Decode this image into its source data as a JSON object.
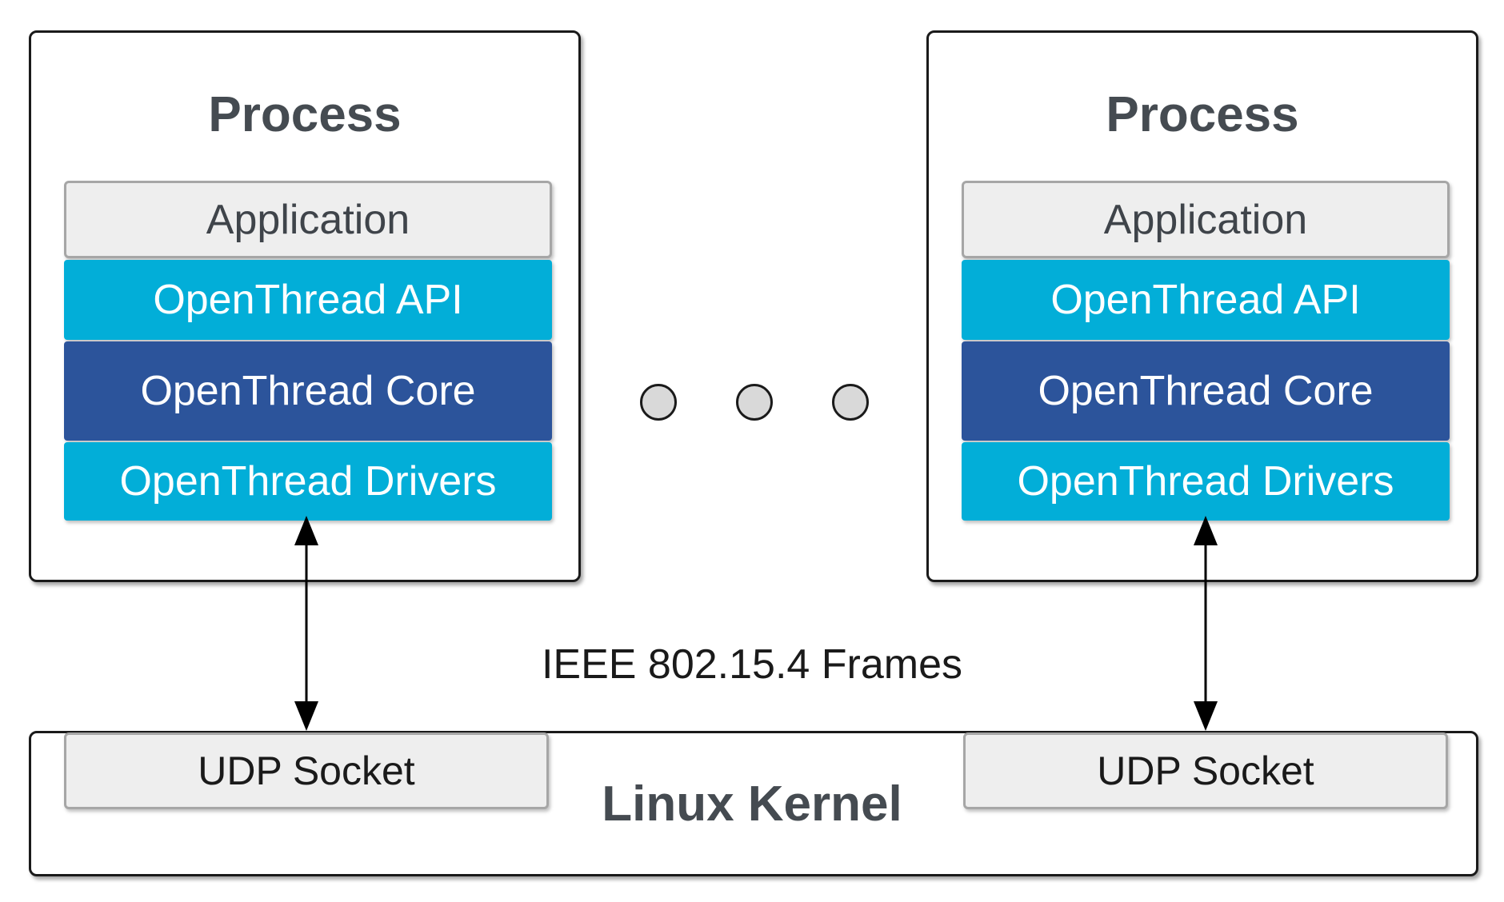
{
  "processes": [
    {
      "title": "Process",
      "layers": {
        "application": "Application",
        "api": "OpenThread API",
        "core": "OpenThread Core",
        "drivers": "OpenThread Drivers"
      }
    },
    {
      "title": "Process",
      "layers": {
        "application": "Application",
        "api": "OpenThread API",
        "core": "OpenThread Core",
        "drivers": "OpenThread Drivers"
      }
    }
  ],
  "frames_label": "IEEE 802.15.4 Frames",
  "kernel": {
    "title": "Linux Kernel",
    "sockets": [
      "UDP Socket",
      "UDP Socket"
    ]
  },
  "colors": {
    "application": "#eeeeee",
    "api": "#02aed8",
    "core": "#2c549b",
    "drivers": "#02aed8",
    "title_text": "#454b51"
  }
}
